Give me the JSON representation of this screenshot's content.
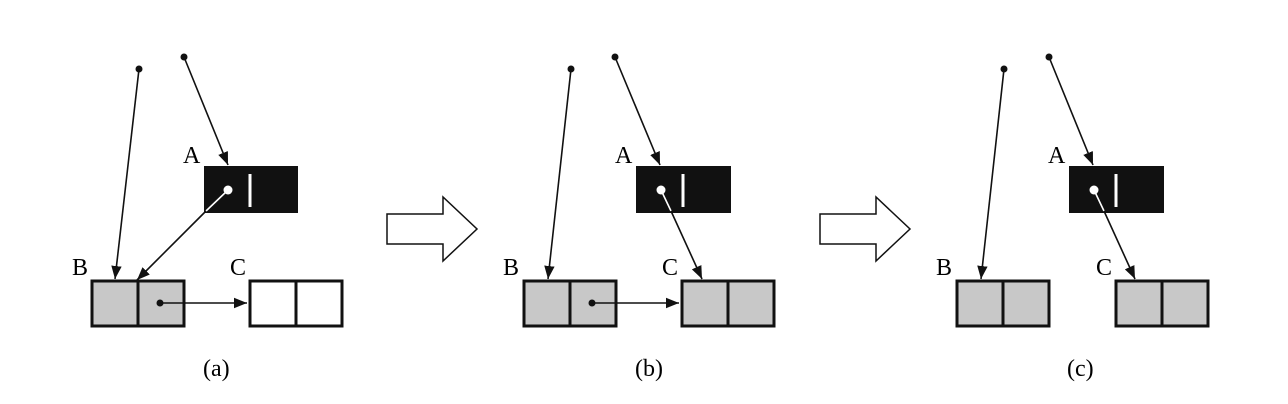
{
  "colors": {
    "ink": "#111111",
    "gray_cell": "#c8c8c8",
    "white_cell": "#ffffff",
    "black_box": "#111111",
    "white_mark": "#ffffff"
  },
  "panels": [
    {
      "caption": "(a)",
      "labels": {
        "a": "A",
        "b": "B",
        "c": "C"
      },
      "object_c_color": "white"
    },
    {
      "caption": "(b)",
      "labels": {
        "a": "A",
        "b": "B",
        "c": "C"
      },
      "object_c_color": "gray"
    },
    {
      "caption": "(c)",
      "labels": {
        "a": "A",
        "b": "B",
        "c": "C"
      },
      "object_c_color": "gray"
    }
  ],
  "transition_arrows": [
    "hollow-right-arrow",
    "hollow-right-arrow"
  ]
}
